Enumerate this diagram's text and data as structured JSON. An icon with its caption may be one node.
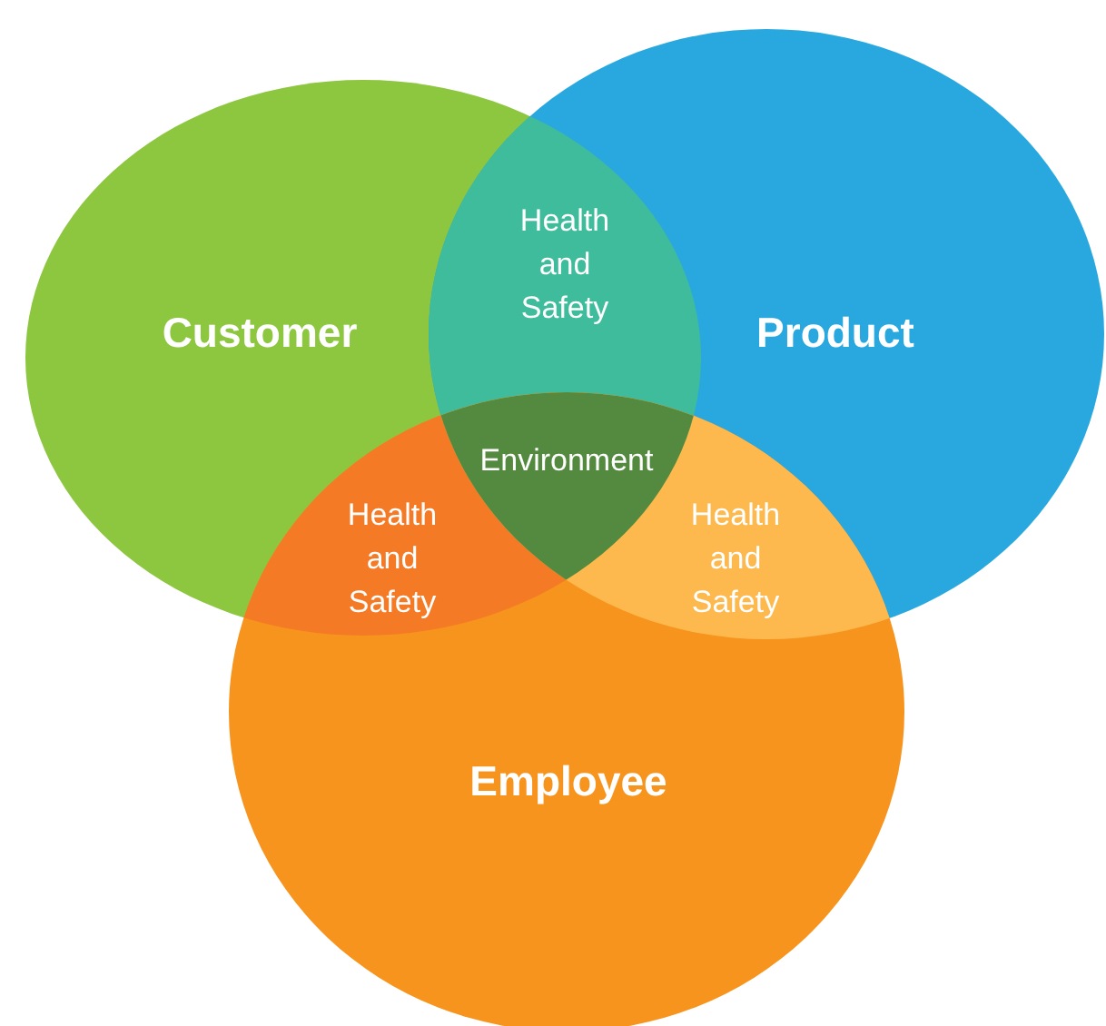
{
  "diagram": {
    "nodes": [
      {
        "text": [
          "Customer"
        ]
      },
      {
        "text": [
          "Product"
        ]
      },
      {
        "text": [
          "Employee"
        ]
      },
      {
        "text": [
          "Health and Safety"
        ]
      },
      {
        "text": [
          "Health and Safety"
        ]
      },
      {
        "text": [
          "Health and Safety"
        ]
      },
      {
        "text": [
          "Environment"
        ]
      }
    ]
  }
}
